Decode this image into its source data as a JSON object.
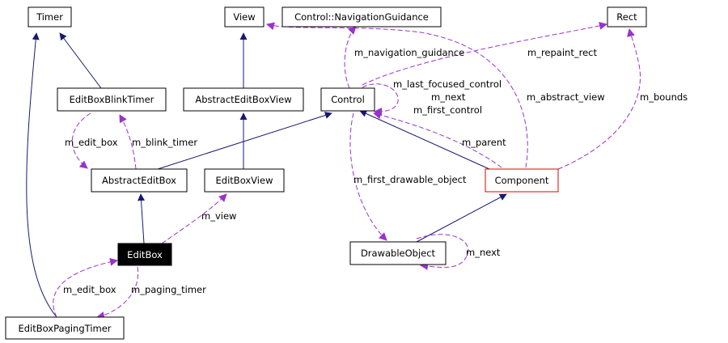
{
  "colors": {
    "inheritance": "#191970",
    "usage": "#9a32cd",
    "highlight_fill": "#000000",
    "highlight_text": "#ffffff",
    "border_red": "#e00000"
  },
  "nodes": {
    "timer": "Timer",
    "view": "View",
    "navigation_guidance": "Control::NavigationGuidance",
    "rect": "Rect",
    "edit_box_blink_timer": "EditBoxBlinkTimer",
    "abstract_edit_box_view": "AbstractEditBoxView",
    "control": "Control",
    "abstract_edit_box": "AbstractEditBox",
    "edit_box_view": "EditBoxView",
    "component": "Component",
    "edit_box": "EditBox",
    "drawable_object": "DrawableObject",
    "edit_box_paging_timer": "EditBoxPagingTimer"
  },
  "edge_labels": {
    "m_navigation_guidance": "m_navigation_guidance",
    "m_repaint_rect": "m_repaint_rect",
    "m_last_focused_control": "m_last_focused_control",
    "m_next_control": "m_next",
    "m_first_control": "m_first_control",
    "m_abstract_view": "m_abstract_view",
    "m_bounds": "m_bounds",
    "m_edit_box_blink": "m_edit_box",
    "m_blink_timer": "m_blink_timer",
    "m_parent": "m_parent",
    "m_first_drawable_object": "m_first_drawable_object",
    "m_view": "m_view",
    "m_next_drawable": "m_next",
    "m_edit_box_paging": "m_edit_box",
    "m_paging_timer": "m_paging_timer"
  }
}
